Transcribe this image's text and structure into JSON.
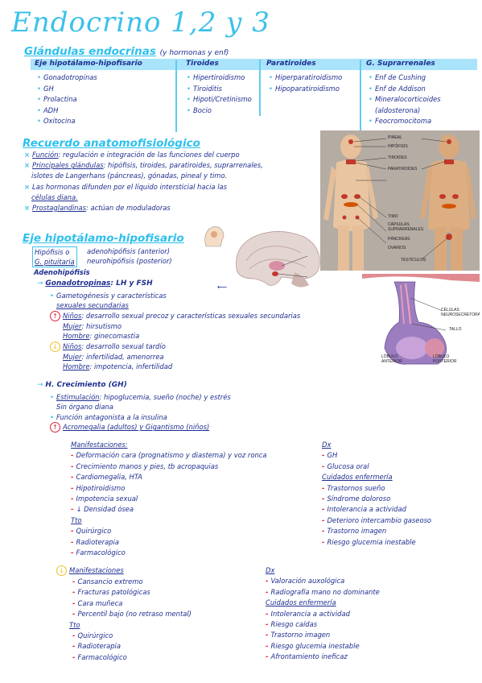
{
  "title": "Endocrino 1,2 y 3",
  "glandulas": {
    "heading": "Glándulas endocrinas",
    "note": "(y hormonas y enf)",
    "columns": [
      {
        "header": "Eje hipotálamo-hipofisario",
        "items": [
          "Gonadotropinas",
          "GH",
          "Prolactina",
          "ADH",
          "Oxitocina"
        ]
      },
      {
        "header": "Tiroides",
        "items": [
          "Hipertiroidismo",
          "Tiroiditis",
          "Hipoti/Cretinismo",
          "Bocio"
        ]
      },
      {
        "header": "Paratiroides",
        "items": [
          "Hiperparatiroidismo",
          "Hipoparatiroidismo"
        ]
      },
      {
        "header": "G. Suprarrenales",
        "items": [
          "Enf de Cushing",
          "Enf de Addison",
          "Mineralocorticoides",
          "(aldosterona)",
          "Feocromocitoma"
        ]
      }
    ]
  },
  "recuerdo": {
    "heading": "Recuerdo anatomofisiológico",
    "lines": [
      {
        "label": "Función",
        "text": ": regulación e integración de las funciones del cuerpo"
      },
      {
        "label": "Principales glándulas",
        "text": ": hipófisis, tiroides, paratiroides, suprarrenales,"
      },
      {
        "label": "",
        "text": "islotes de Langerhans (páncreas), gónadas, pineal y timo."
      },
      {
        "label": "",
        "text": "Las hormonas difunden por el líquido intersticial hacia las"
      },
      {
        "label": "",
        "text": "células diana."
      },
      {
        "label": "Prostaglandinas",
        "text": ": actúan de moduladoras"
      }
    ]
  },
  "anatomy": {
    "labels": [
      "PINEAL",
      "HIPÓFISIS",
      "TIROIDES",
      "PARATIROIDES",
      "TIMO",
      "CÁPSULAS SUPRARRENALES",
      "PÁNCREAS",
      "OVARIOS",
      "TESTÍCULOS"
    ]
  },
  "pituitary": {
    "labels": [
      "CÉLULAS NEUROSECRETORAS",
      "TALLO",
      "LÓBULO ANTERIOR",
      "LÓBULO POSTERIOR"
    ]
  },
  "eje": {
    "heading": "Eje hipotálamo-hipofisario",
    "box": [
      "Hipófisis o",
      "G. pituitaria"
    ],
    "parts": [
      "adenohipófisis (anterior)",
      "neurohipófisis (posterior)"
    ],
    "adeno": "Adenohipófisis",
    "gonado": {
      "title": "Gonadotropinas",
      "hormones": ": LH y FSH",
      "line1": "Gametogénesis y características",
      "line2": "sexuales secundarias",
      "up": {
        "label": "Niños",
        "text": ": desarrollo sexual precoz y características sexuales secundarias"
      },
      "up_mujer": {
        "label": "Mujer",
        "text": ": hirsutismo"
      },
      "up_hombre": {
        "label": "Hombre",
        "text": ": ginecomastia"
      },
      "down": {
        "label": "Niños",
        "text": ": desarrollo sexual tardío"
      },
      "down_mujer": {
        "label": "Mujer",
        "text": ": infertilidad, amenorrea"
      },
      "down_hombre": {
        "label": "Hombre",
        "text": ": impotencia, infertilidad"
      }
    },
    "gh": {
      "title": "H. Crecimiento (GH)",
      "stim_label": "Estimulación",
      "stim_text": ": hipoglucemia, sueño (noche) y estrés",
      "sin": "Sin órgano diana",
      "func": "Función antagonista a la insulina",
      "up_title": "Acromegalia (adultos) y Gigantismo (niños)",
      "manif_title": "Manifestaciones:",
      "manif": [
        "Deformación cara (prognatismo y diastema) y voz ronca",
        "Crecimiento manos y pies, tb acropaquias",
        "Cardiomegalia, HTA",
        "Hipotiroidismo",
        "Impotencia sexual",
        "↓ Densidad ósea"
      ],
      "tto_title": "Tto",
      "tto": [
        "Quirúrgico",
        "Radioterapia",
        "Farmacológico"
      ],
      "dx_title": "Dx",
      "dx": [
        "GH",
        "Glucosa oral"
      ],
      "care_title": "Cuidados enfermería",
      "care": [
        "Trastornos sueño",
        "Síndrome doloroso",
        "Intolerancia a actividad",
        "Deterioro intercambio gaseoso",
        "Trastorno imagen",
        "Riesgo glucemia inestable"
      ],
      "down_manif_title": "Manifestaciones",
      "down_manif": [
        "Cansancio extremo",
        "Fracturas patológicas",
        "Cara muñeca",
        "Percentil bajo (no retraso mental)"
      ],
      "down_tto_title": "Tto",
      "down_tto": [
        "Quirúrgico",
        "Radioterapia",
        "Farmacológico"
      ],
      "down_dx_title": "Dx",
      "down_dx": [
        "Valoración auxológica",
        "Radiografía mano no dominante"
      ],
      "down_care_title": "Cuidados enfermería",
      "down_care": [
        "Intolerancia a actividad",
        "Riesgo caídas",
        "Trastorno imagen",
        "Riesgo glucemia inestable",
        "Afrontamiento ineficaz"
      ]
    }
  }
}
